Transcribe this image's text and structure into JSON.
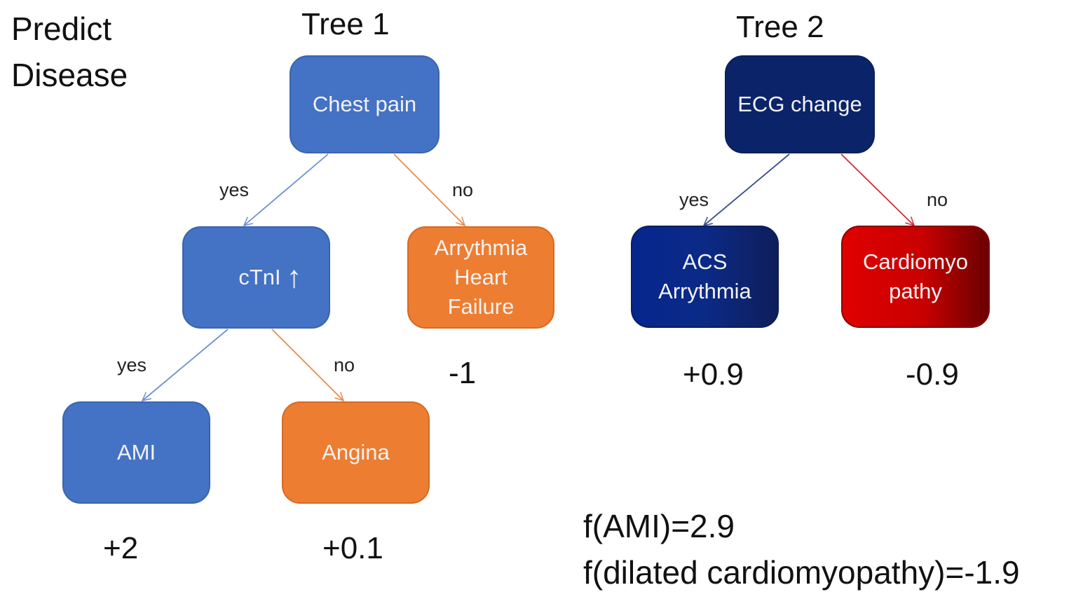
{
  "heading": [
    "Predict",
    "Disease"
  ],
  "tree1": {
    "title": "Tree 1",
    "root": {
      "label": "Chest pain",
      "color": "#4472c4"
    },
    "yes_label": "yes",
    "no_label": "no",
    "ctni": {
      "label": "cTnI",
      "arrow": "↑",
      "color": "#4472c4"
    },
    "arrhythmia_hf": {
      "lines": [
        "Arrythmia",
        "Heart",
        "Failure"
      ],
      "color": "#ed7d31",
      "value": "-1"
    },
    "ami": {
      "label": "AMI",
      "color": "#4472c4",
      "value": "+2"
    },
    "angina": {
      "label": "Angina",
      "color": "#ed7d31",
      "value": "+0.1"
    },
    "ctni_yes_label": "yes",
    "ctni_no_label": "no"
  },
  "tree2": {
    "title": "Tree 2",
    "root": {
      "label": "ECG change",
      "color": "#0b2469"
    },
    "yes_label": "yes",
    "no_label": "no",
    "acs": {
      "lines": [
        "ACS",
        "Arrythmia"
      ],
      "color": "#0b2a86",
      "value": "+0.9"
    },
    "cardiomyopathy": {
      "lines": [
        "Cardiomyo",
        "pathy"
      ],
      "color": "#c80000",
      "value": "-0.9"
    }
  },
  "formulas": [
    "f(AMI)=2.9",
    "f(dilated cardiomyopathy)=-1.9"
  ],
  "edge_colors": {
    "blue": "#6f8fd0",
    "orange": "#ee8a4a",
    "navy": "#3a4a8a",
    "red": "#d4283a"
  }
}
